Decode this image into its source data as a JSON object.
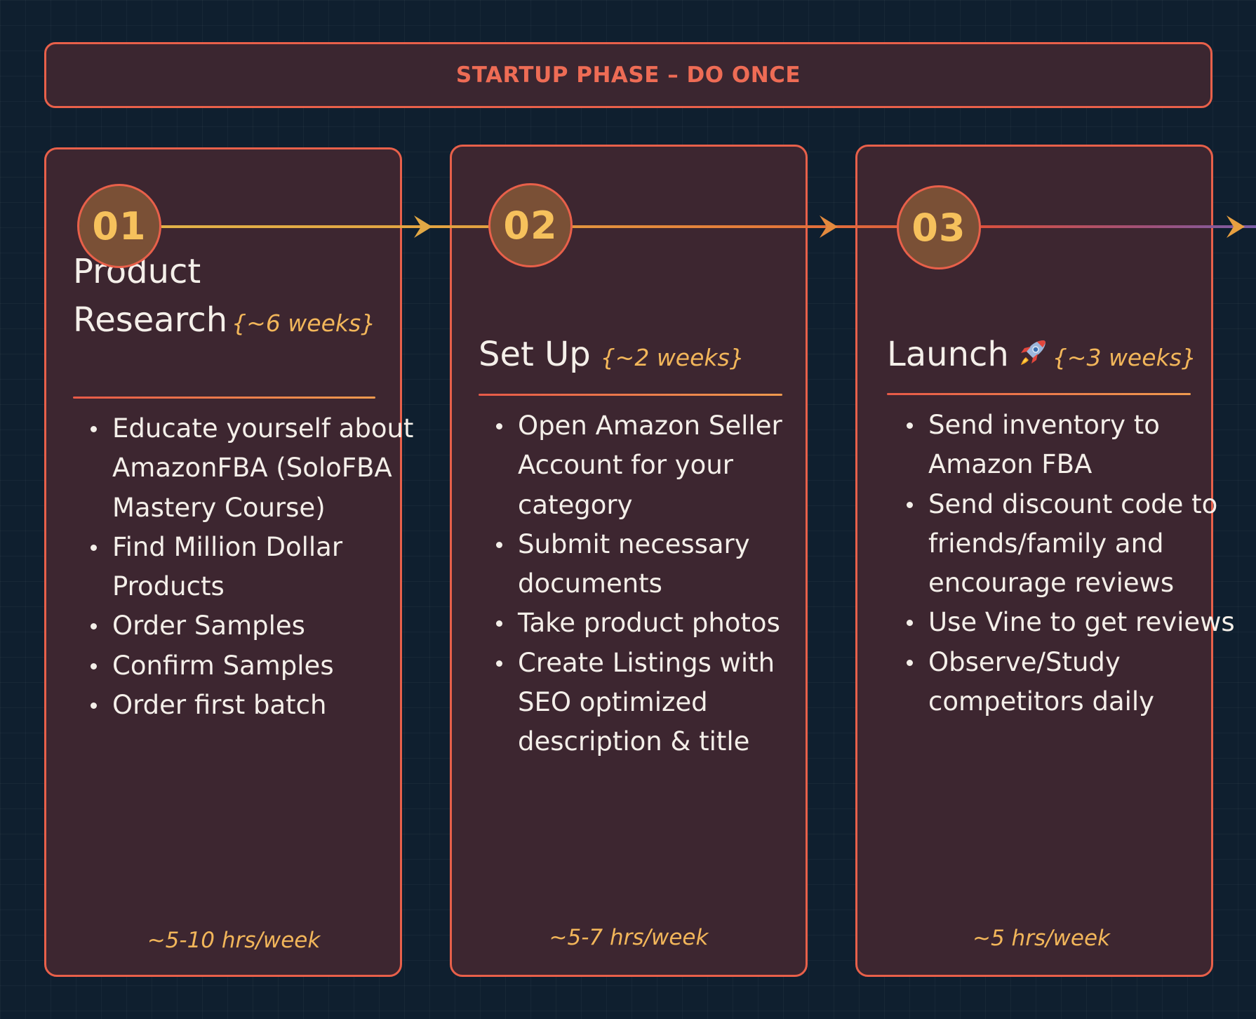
{
  "banner": {
    "title": "STARTUP PHASE – DO ONCE"
  },
  "steps": [
    {
      "number": "01",
      "title_line1": "Product",
      "title_line2": "Research",
      "duration": "{~6 weeks}",
      "tasks": [
        "Educate yourself about AmazonFBA (SoloFBA Mastery Course)",
        "Find Million Dollar Products",
        "Order Samples",
        "Confirm Samples",
        "Order first batch"
      ],
      "hours": "~5-10 hrs/week"
    },
    {
      "number": "02",
      "title": "Set Up",
      "duration": "{~2 weeks}",
      "tasks": [
        "Open Amazon Seller Account for your category",
        "Submit necessary documents",
        "Take product photos",
        "Create Listings with SEO optimized description & title"
      ],
      "hours": "~5-7 hrs/week"
    },
    {
      "number": "03",
      "title": "Launch",
      "icon": "rocket-icon",
      "duration": "{~3 weeks}",
      "tasks": [
        "Send inventory to Amazon FBA",
        "Send discount code to friends/family and encourage reviews",
        "Use Vine to get reviews",
        "Observe/Study competitors daily"
      ],
      "hours": "~5 hrs/week"
    }
  ],
  "colors": {
    "background": "#0f1f2f",
    "card_fill": "#3d2630",
    "border": "#e8604a",
    "accent_gold": "#f2b65a",
    "banner_text": "#ee6c55",
    "text": "#f4efe9"
  }
}
